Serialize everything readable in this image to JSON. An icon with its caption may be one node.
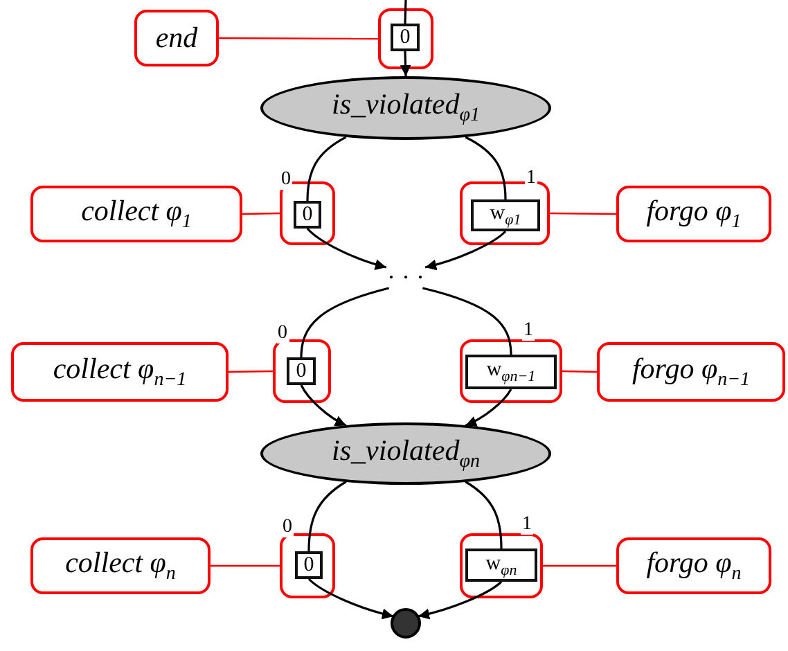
{
  "diagram": {
    "nodes": [
      {
        "text": [
          "end"
        ]
      },
      {
        "text": [],
        "shape": "box"
      },
      {
        "text": [
          "0"
        ],
        "in": 1
      },
      {
        "text": [
          "is_violated$_{φ1}$"
        ]
      },
      {
        "text": [
          "collect φ$_{1}$"
        ]
      },
      {
        "text": [],
        "shape": "box"
      },
      {
        "text": [
          "0"
        ],
        "in": 5
      },
      {
        "text": [],
        "shape": "box"
      },
      {
        "text": [
          "w$_{φ1}$"
        ],
        "in": 7
      },
      {
        "text": [
          "forgo φ$_{1}$"
        ]
      },
      {
        "text": [
          "· · ·"
        ]
      },
      {
        "text": [
          "collect φ$_{n−1}$"
        ]
      },
      {
        "text": [],
        "shape": "box"
      },
      {
        "text": [
          "0"
        ],
        "in": 12
      },
      {
        "text": [],
        "shape": "box"
      },
      {
        "text": [
          "w$_{φn−1}$"
        ],
        "in": 14
      },
      {
        "text": [
          "forgo φ$_{n−1}$"
        ]
      },
      {
        "text": [
          "is_violated$_{φn}$"
        ]
      },
      {
        "text": [
          "collect φ$_{n}$"
        ]
      },
      {
        "text": [],
        "shape": "box"
      },
      {
        "text": [
          "0"
        ],
        "in": 19
      },
      {
        "text": [],
        "shape": "box"
      },
      {
        "text": [
          "w$_{φn}$"
        ],
        "in": 21
      },
      {
        "text": [
          "forgo φ$_{n}$"
        ]
      },
      {
        "text": [],
        "shape": "circle"
      }
    ],
    "edges": [
      {
        "from": null,
        "to": 2,
        "arrow": "none"
      },
      {
        "from": 0,
        "to": 1,
        "arrow": "none",
        "color": "#ff0000"
      },
      {
        "from": 2,
        "to": 3,
        "arrow": "to"
      },
      {
        "from": 3,
        "to": 6,
        "arrow": "none",
        "label": "0"
      },
      {
        "from": 3,
        "to": 8,
        "arrow": "none",
        "label": "1"
      },
      {
        "from": 4,
        "to": 5,
        "arrow": "none",
        "color": "#ff0000"
      },
      {
        "from": 9,
        "to": 7,
        "arrow": "none",
        "color": "#ff0000"
      },
      {
        "from": 6,
        "to": 10,
        "arrow": "to"
      },
      {
        "from": 8,
        "to": 10,
        "arrow": "to"
      },
      {
        "from": 10,
        "to": 13,
        "arrow": "none",
        "label": "0"
      },
      {
        "from": 10,
        "to": 15,
        "arrow": "none",
        "label": "1"
      },
      {
        "from": 11,
        "to": 12,
        "arrow": "none",
        "color": "#ff0000"
      },
      {
        "from": 16,
        "to": 14,
        "arrow": "none",
        "color": "#ff0000"
      },
      {
        "from": 13,
        "to": 17,
        "arrow": "to"
      },
      {
        "from": 15,
        "to": 17,
        "arrow": "to"
      },
      {
        "from": 17,
        "to": 20,
        "arrow": "none",
        "label": "0"
      },
      {
        "from": 17,
        "to": 22,
        "arrow": "none",
        "label": "1"
      },
      {
        "from": 18,
        "to": 19,
        "arrow": "none",
        "color": "#ff0000"
      },
      {
        "from": 23,
        "to": 21,
        "arrow": "none",
        "color": "#ff0000"
      },
      {
        "from": 20,
        "to": 24,
        "arrow": "to"
      },
      {
        "from": 22,
        "to": 24,
        "arrow": "to"
      }
    ]
  }
}
